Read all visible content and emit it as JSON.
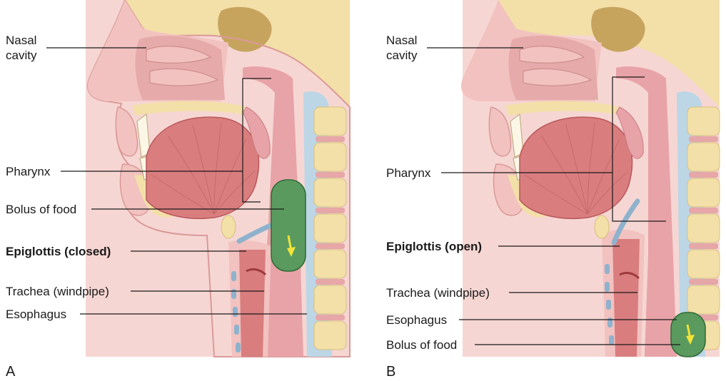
{
  "panels": [
    {
      "letter": "A",
      "labels": {
        "nasal_cavity": "Nasal\ncavity",
        "pharynx": "Pharynx",
        "bolus": "Bolus of food",
        "epiglottis": "Epiglottis (closed)",
        "trachea": "Trachea (windpipe)",
        "esophagus": "Esophagus"
      }
    },
    {
      "letter": "B",
      "labels": {
        "nasal_cavity": "Nasal\ncavity",
        "pharynx": "Pharynx",
        "epiglottis": "Epiglottis (open)",
        "trachea": "Trachea (windpipe)",
        "esophagus": "Esophagus",
        "bolus": "Bolus of food"
      }
    }
  ],
  "colors": {
    "background_tissue": "#f6d6d3",
    "skin": "#f2c2c0",
    "bone": "#f3dfa8",
    "tongue": "#d97d7e",
    "pharynx_wall": "#e8a3a8",
    "esophagus_blue": "#bcd6e6",
    "bolus": "#5a9a5e",
    "arrow": "#f2e33a"
  }
}
